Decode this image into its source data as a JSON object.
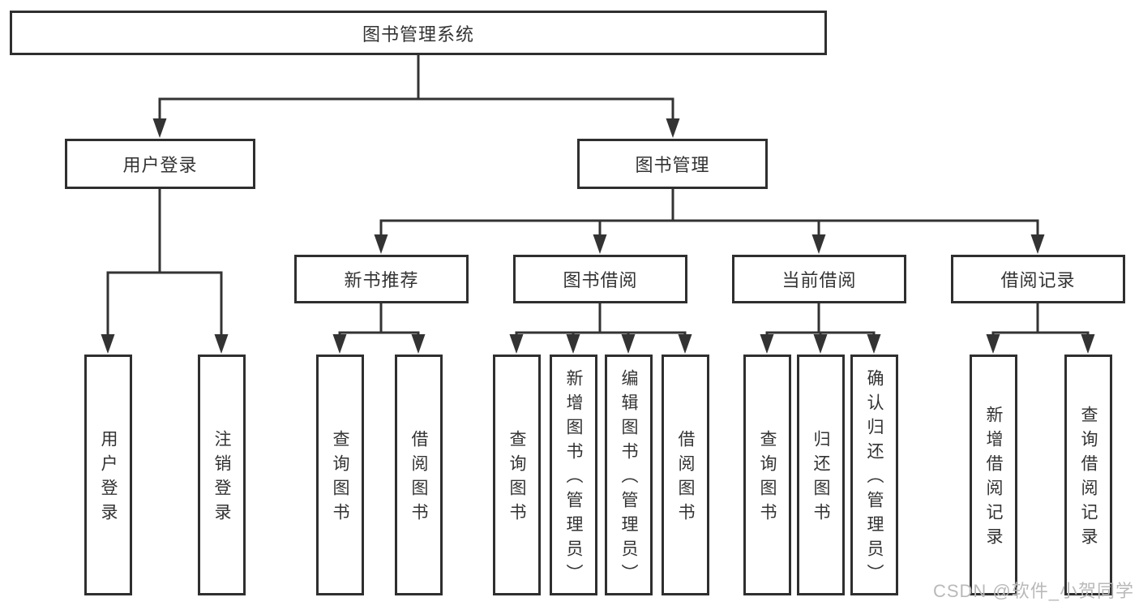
{
  "diagram_title": "图书管理系统",
  "tree": {
    "root": {
      "label": "图书管理系统",
      "children": [
        {
          "label": "用户登录",
          "children": [
            {
              "label": "用户登录"
            },
            {
              "label": "注销登录"
            }
          ]
        },
        {
          "label": "图书管理",
          "children": [
            {
              "label": "新书推荐",
              "children": [
                {
                  "label": "查询图书"
                },
                {
                  "label": "借阅图书"
                }
              ]
            },
            {
              "label": "图书借阅",
              "children": [
                {
                  "label": "查询图书"
                },
                {
                  "label": "新增图书（管理员）"
                },
                {
                  "label": "编辑图书（管理员）"
                },
                {
                  "label": "借阅图书"
                }
              ]
            },
            {
              "label": "当前借阅",
              "children": [
                {
                  "label": "查询图书"
                },
                {
                  "label": "归还图书"
                },
                {
                  "label": "确认归还（管理员）"
                }
              ]
            },
            {
              "label": "借阅记录",
              "children": [
                {
                  "label": "新增借阅记录"
                },
                {
                  "label": "查询借阅记录"
                }
              ]
            }
          ]
        }
      ]
    }
  },
  "watermark": "CSDN @软件_小贺同学",
  "colors": {
    "line": "#333333",
    "border": "#2f2f2f",
    "text": "#333333",
    "background": "#ffffff",
    "watermark": "#b9b9b9"
  }
}
